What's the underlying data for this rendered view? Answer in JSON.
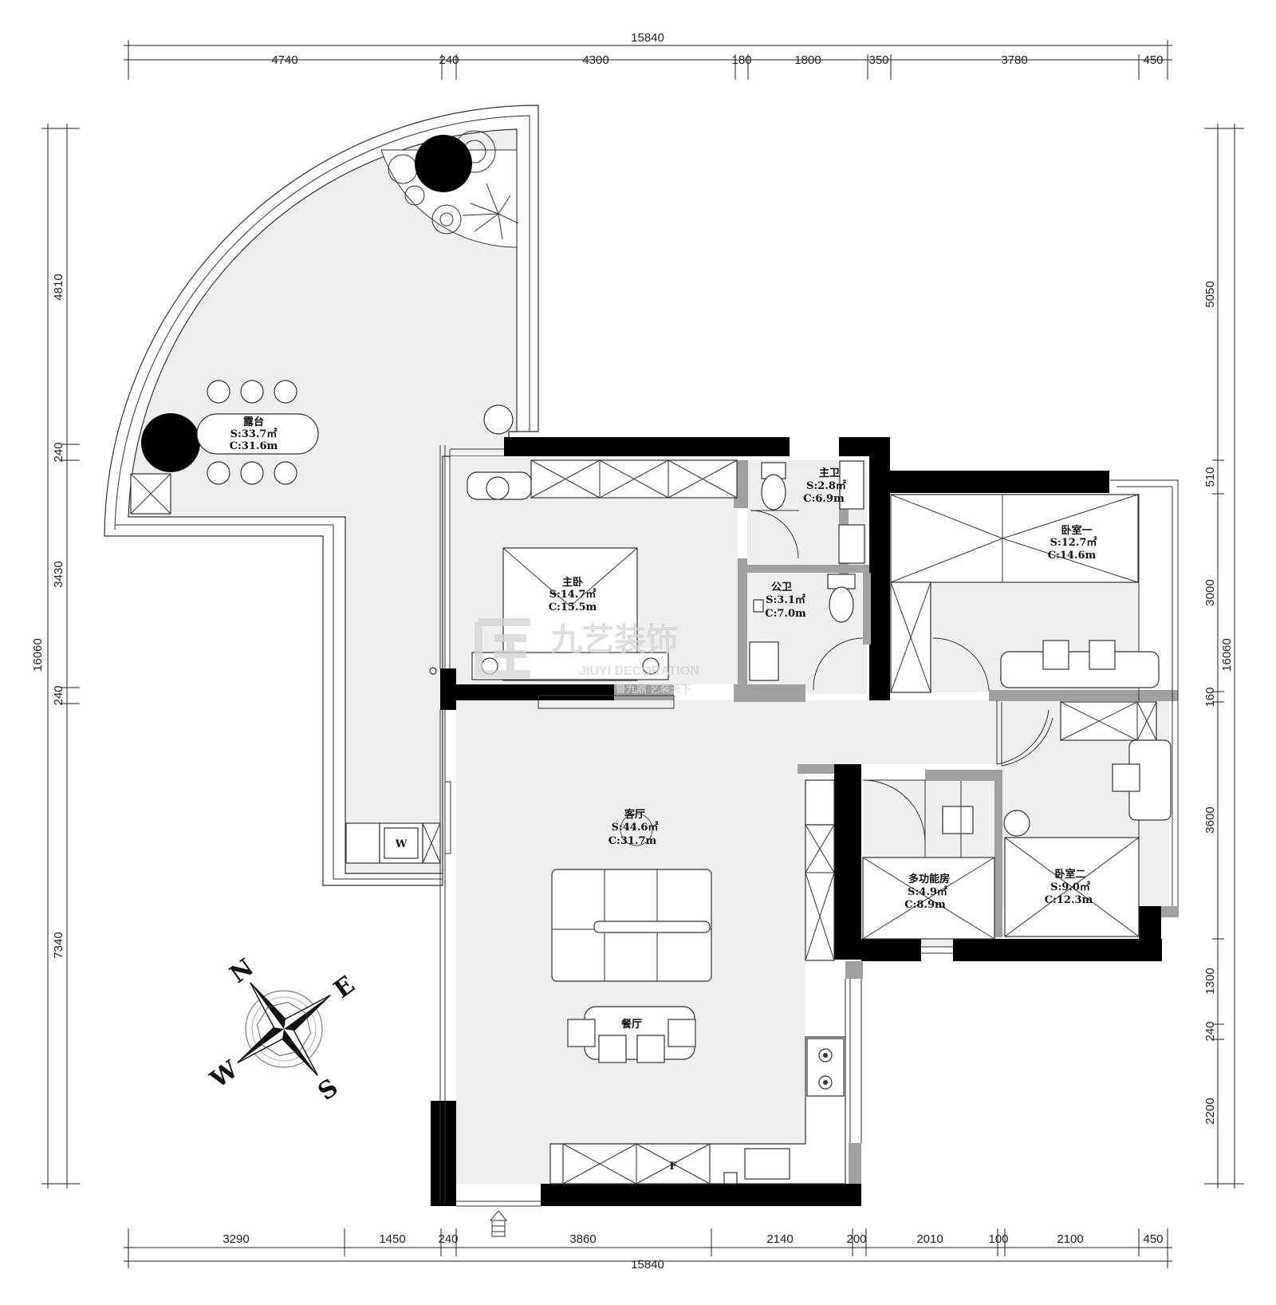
{
  "dimensions": {
    "top_total": "15840",
    "top_segments": [
      "4740",
      "240",
      "4300",
      "180",
      "1800",
      "350",
      "3780",
      "450"
    ],
    "bottom_total": "15840",
    "bottom_segments": [
      "3290",
      "1450",
      "240",
      "3860",
      "2140",
      "200",
      "2010",
      "100",
      "2100",
      "450"
    ],
    "left_total": "16060",
    "left_segments": [
      "4810",
      "240",
      "3430",
      "240",
      "7340"
    ],
    "right_total": "16060",
    "right_segments": [
      "5050",
      "510",
      "3000",
      "160",
      "3600",
      "1300",
      "240",
      "2200"
    ]
  },
  "rooms": {
    "terrace": {
      "name": "露台",
      "area": "S:33.7㎡",
      "perimeter": "C:31.6m"
    },
    "master_bath": {
      "name": "主卫",
      "area": "S:2.8㎡",
      "perimeter": "C:6.9m"
    },
    "master_bedroom": {
      "name": "主卧",
      "area": "S:14.7㎡",
      "perimeter": "C:15.5m"
    },
    "public_bath": {
      "name": "公卫",
      "area": "S:3.1㎡",
      "perimeter": "C:7.0m"
    },
    "bedroom_1": {
      "name": "卧室一",
      "area": "S:12.7㎡",
      "perimeter": "C:14.6m"
    },
    "living_room": {
      "name": "客厅",
      "area": "S:44.6㎡",
      "perimeter": "C:31.7m"
    },
    "multi_room": {
      "name": "多功能房",
      "area": "S:4.9㎡",
      "perimeter": "C:8.9m"
    },
    "bedroom_2": {
      "name": "卧室二",
      "area": "S:9.0㎡",
      "perimeter": "C:12.3m"
    },
    "dining": {
      "name": "餐厅"
    }
  },
  "fixtures": {
    "washer_mark": "W",
    "fridge_mark": "F"
  },
  "compass": {
    "n": "N",
    "s": "S",
    "e": "E",
    "w": "W"
  },
  "watermark": {
    "brand": "九艺装饰",
    "english": "JIUYI DECORATION",
    "slogan": "鲁九鼎 艺装天下"
  },
  "colors": {
    "floor": "#efefef",
    "wall": "#000000",
    "partition": "#a0a0a0",
    "line": "#222222"
  }
}
